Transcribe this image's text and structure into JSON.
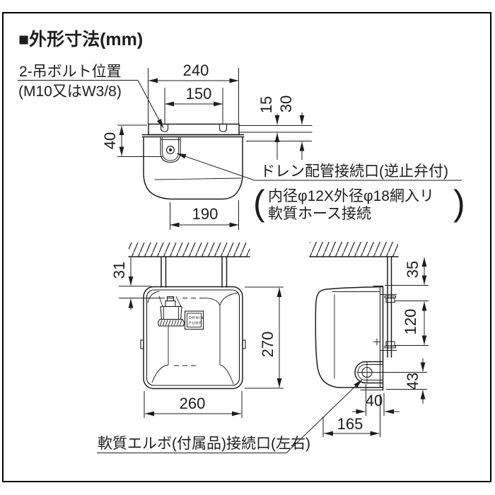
{
  "title": "■外形寸法(mm)",
  "colors": {
    "line": "#1d1d1d",
    "background": "#ffffff"
  },
  "top_view": {
    "bolt_label_line1": "2-吊ボルト位置",
    "bolt_label_line2": "(M10又はW3/8)",
    "dim_width_240": "240",
    "dim_bolt_pitch_150": "150",
    "dim_plate_15": "15",
    "dim_plate_30": "30",
    "dim_outlet_40": "40",
    "dim_bottom_190": "190",
    "drain_label": "ドレン配管接続口(逆止弁付)",
    "drain_note_open_paren": "(",
    "drain_note_close_paren": ")",
    "drain_note_line1": "内径φ12X外径φ18網入リ",
    "drain_note_line2": "軟質ホース接続"
  },
  "front_view": {
    "dim_ceiling_gap_31": "31",
    "dim_height_270": "270",
    "dim_width_260": "260",
    "pump_label_line1": "DRAIN",
    "pump_label_line2": "PUMP"
  },
  "side_view": {
    "dim_ceiling_gap_35": "35",
    "dim_bolt_pitch_120": "120",
    "dim_port_height_43": "43",
    "dim_port_offset_40": "40",
    "dim_depth_165": "165"
  },
  "elbow_note": "軟質エルボ(付属品)接続口(左右)"
}
